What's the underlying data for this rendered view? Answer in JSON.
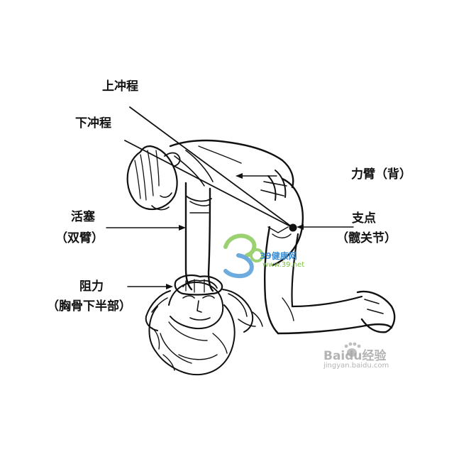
{
  "labels": {
    "upstroke": "上冲程",
    "downstroke": "下冲程",
    "force_arm": "力臂（背）",
    "fulcrum": "支点",
    "fulcrum_detail": "（髋关节）",
    "piston": "活塞",
    "piston_detail": "（双臂）",
    "resistance": "阻力",
    "resistance_detail": "（胸骨下半部）"
  },
  "watermarks": {
    "site39_name": "39健康网",
    "site39_url": "www.39.net",
    "baidu_brand": "Baidu经验",
    "baidu_url": "jingyan.baidu.com"
  },
  "colors": {
    "ink": "#111111",
    "watermark_green": "#7cc242",
    "watermark_blue": "#3d8fd4",
    "baidu_gray": "#9a9a9a"
  }
}
